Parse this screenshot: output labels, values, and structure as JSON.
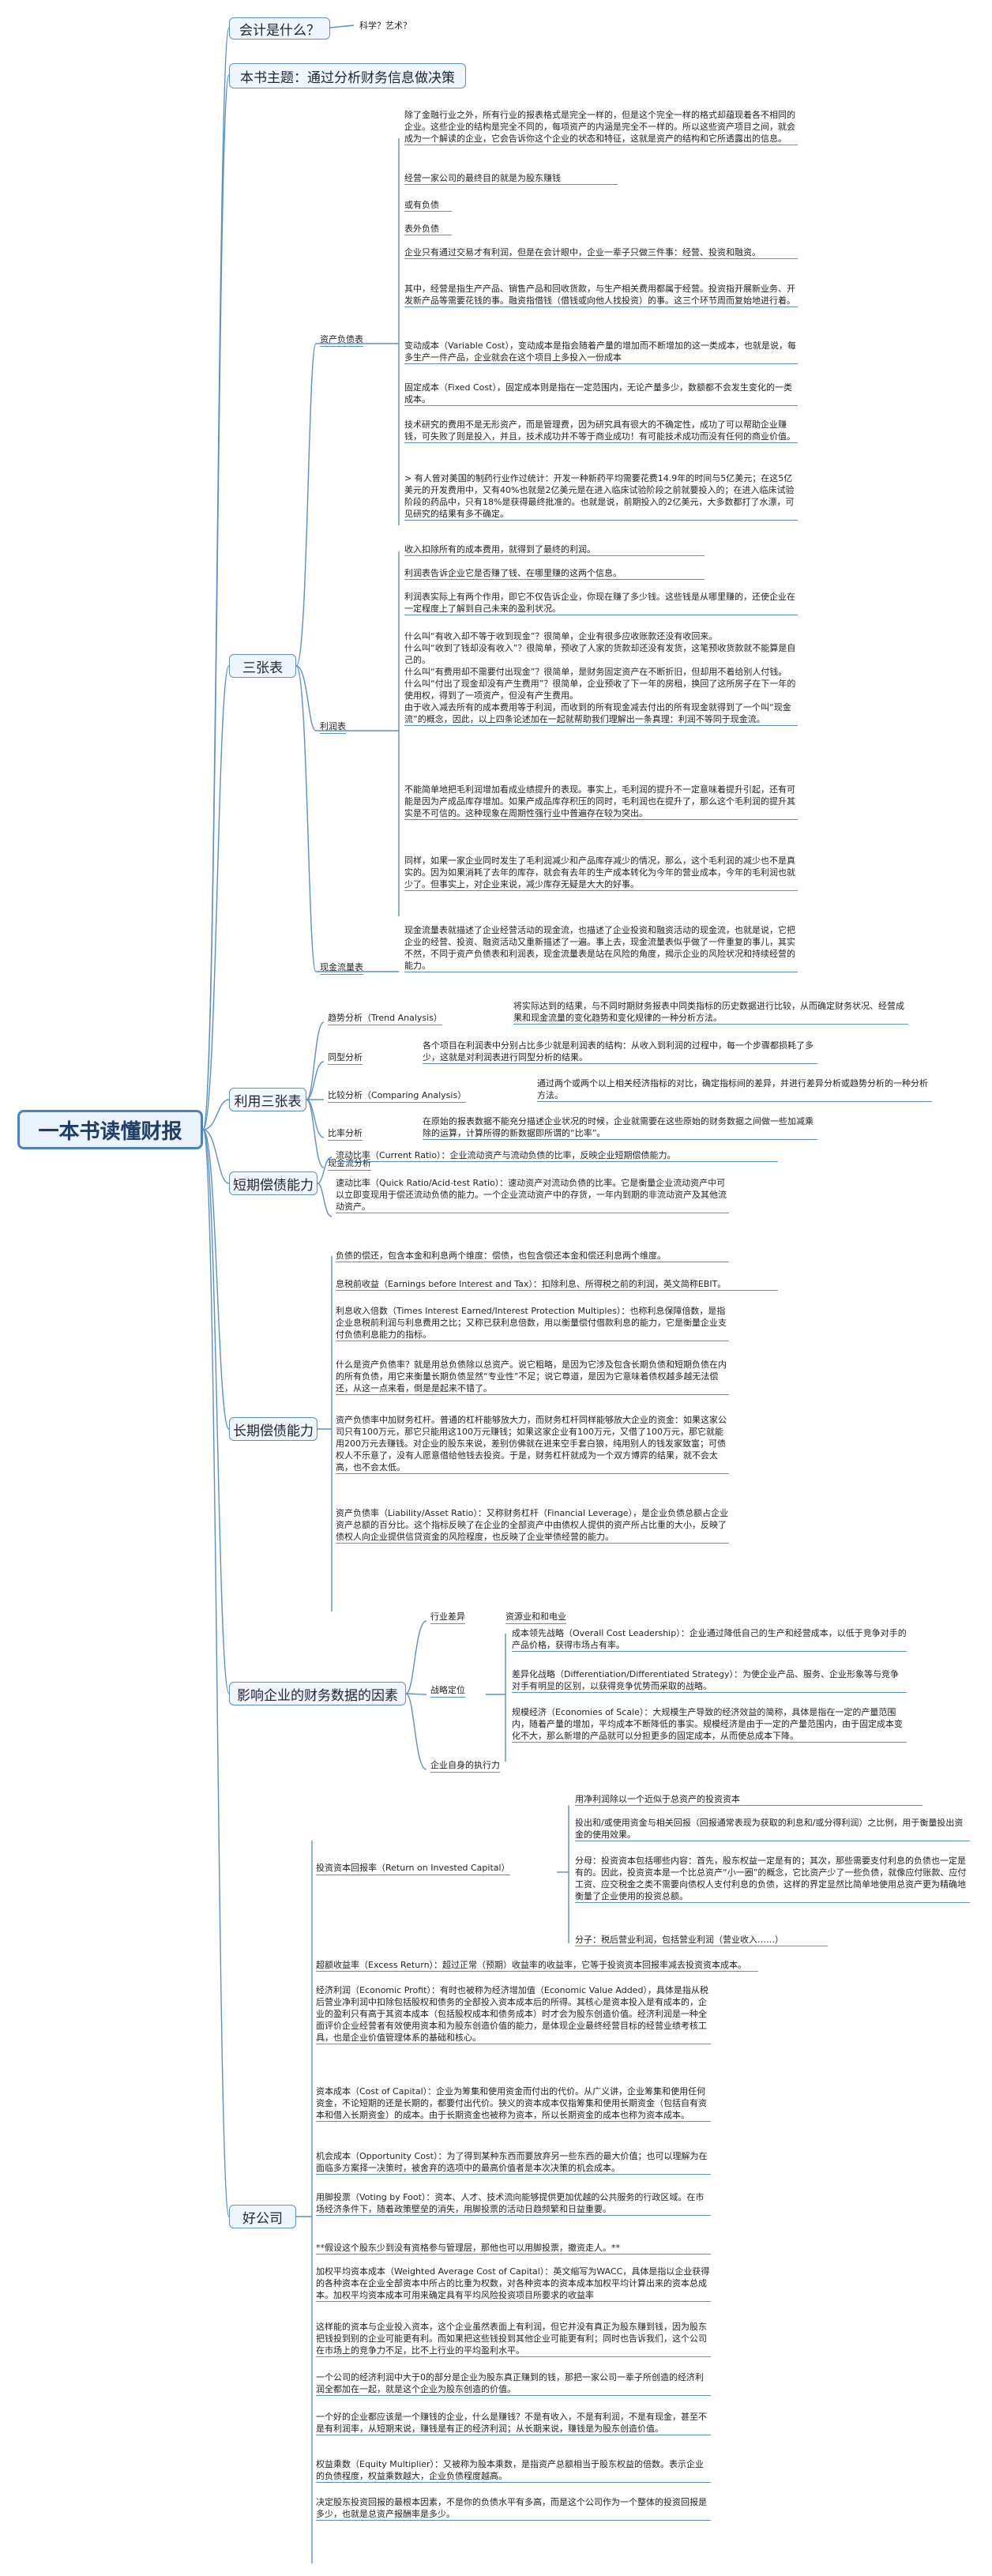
{
  "root": "一本书读懂财报",
  "b1": {
    "label": "会计是什么？",
    "child": "科学？艺术？"
  },
  "b2": {
    "label": "本书主题：通过分析财务信息做决策"
  },
  "b3": {
    "label": "三张表",
    "assets": {
      "label": "资产负债表",
      "items": [
        "除了金融行业之外，所有行业的报表格式是完全一样的，但是这个完全一样的格式却蕴现着各不相同的企业。这些企业的结构是完全不同的，每项资产的内涵是完全不一样的。所以这些资产项目之间，就会成为一个解读的企业，它会告诉你这个企业的状态和特征，这就是资产的结构和它所透露出的信息。",
        "经营一家公司的最终目的就是为股东赚钱",
        "或有负债",
        "表外负债",
        "企业只有通过交易才有利润，但是在会计眼中，企业一辈子只做三件事：经营、投资和融资。",
        "其中，经营是指生产产品、销售产品和回收货款，与生产相关费用都属于经营。投资指开展新业务、开发新产品等需要花钱的事。融资指借钱（借钱或向他人找投资）的事。这三个环节周而复始地进行着。",
        "变动成本（Variable Cost），变动成本是指会随着产量的增加而不断增加的这一类成本，也就是说，每多生产一件产品，企业就会在这个项目上多投入一份成本",
        "固定成本（Fixed Cost），固定成本则是指在一定范围内，无论产量多少，数额都不会发生变化的一类成本。",
        "技术研究的费用不是无形资产，而是管理费，因为研究具有很大的不确定性，成功了可以帮助企业赚钱，可失败了则是投入，并且，技术成功并不等于商业成功！有可能技术成功而没有任何的商业价值。",
        "> 有人曾对美国的制药行业作过统计：开发一种新药平均需要花费14.9年的时间与5亿美元；在这5亿美元的开发费用中，又有40%也就是2亿美元是在进入临床试验阶段之前就要投入的；在进入临床试验阶段的药品中，只有18%是获得最终批准的。也就是说，前期投入的2亿美元，大多数都打了水漂，可见研究的结果有多不确定。"
      ]
    },
    "income": {
      "label": "利润表",
      "items": [
        "收入扣除所有的成本费用，就得到了最终的利润。",
        "利润表告诉企业它是否赚了钱、在哪里赚的这两个信息。",
        "利润表实际上有两个作用，即它不仅告诉企业，你现在赚了多少钱。这些钱是从哪里赚的，还使企业在一定程度上了解到自己未来的盈利状况。",
        "什么叫“有收入却不等于收到现金”？很简单，企业有很多应收账款还没有收回来。\n什么叫“收到了钱却没有收入”？很简单，预收了人家的货款却还没有发货，这笔预收货款就不能算是自己的。\n什么叫“有费用却不需要付出现金”？很简单，是财务固定资产在不断折旧，但却用不着给别人付钱。\n什么叫“付出了现金却没有产生费用”？很简单，企业预收了下一年的房租，换回了这所房子在下一年的使用权，得到了一项资产，但没有产生费用。\n由于收入减去所有的成本费用等于利润，而收到的所有现金减去付出的所有现金就得到了一个叫“现金流”的概念，因此，以上四条论述加在一起就帮助我们理解出一条真理：利润不等同于现金流。",
        "不能简单地把毛利润增加看成业绩提升的表现。事实上，毛利润的提升不一定意味着提升引起，还有可能是因为产成品库存增加。如果产成品库存积压的同时，毛利润也在提升了，那么这个毛利润的提升其实是不可信的。这种现象在周期性强行业中普遍存在较为突出。",
        "同样，如果一家企业同时发生了毛利润减少和产品库存减少的情况，那么，这个毛利润的减少也不是真实的。因为如果消耗了去年的库存，就会有去年的生产成本转化为今年的营业成本，今年的毛利润也就少了。但事实上，对企业来说，减少库存无疑是大大的好事。"
      ]
    },
    "cashflow": {
      "label": "现金流量表",
      "items": [
        "现金流量表就描述了企业经营活动的现金流，也描述了企业投资和融资活动的现金流，也就是说，它把企业的经营、投资、融资活动又重新描述了一遍。事上去，现金流量表似乎做了一件重复的事儿，其实不然，不同于资产负债表和利润表，现金流量表是站在风险的角度，揭示企业的风险状况和持续经营的能力。"
      ]
    }
  },
  "b4": {
    "label": "利用三张表",
    "items": [
      {
        "label": "趋势分析（Trend Analysis）",
        "text": "将实际达到的结果，与不同时期财务报表中同类指标的历史数据进行比较，从而确定财务状况、经营成果和现金流量的变化趋势和变化规律的一种分析方法。"
      },
      {
        "label": "同型分析",
        "text": "各个项目在利润表中分别占比多少就是利润表的结构：从收入到利润的过程中，每一个步骤都损耗了多少，这就是对利润表进行同型分析的结果。"
      },
      {
        "label": "比较分析（Comparing Analysis）",
        "text": "通过两个或两个以上相关经济指标的对比，确定指标间的差异，并进行差异分析或趋势分析的一种分析方法。"
      },
      {
        "label": "比率分析",
        "text": "在原始的报表数据不能充分描述企业状况的时候，企业就需要在这些原始的财务数据之间做一些加减乘除的运算，计算所得的新数据即所谓的“比率”。"
      },
      {
        "label": "现金流分析",
        "text": ""
      }
    ]
  },
  "b5": {
    "label": "短期偿债能力",
    "items": [
      "流动比率（Current Ratio）：企业流动资产与流动负债的比率，反映企业短期偿债能力。",
      "速动比率（Quick Ratio/Acid-test Ratio）：速动资产对流动负债的比率。它是衡量企业流动资产中可以立即变现用于偿还流动负债的能力。一个企业流动资产中的存货，一年内到期的非流动资产及其他流动资产。"
    ]
  },
  "b6": {
    "label": "长期偿债能力",
    "items": [
      "负债的偿还，包含本金和利息两个维度：偿债，也包含偿还本金和偿还利息两个维度。",
      "息税前收益（Earnings before Interest and Tax）：扣除利息、所得税之前的利润，英文简称EBIT。",
      "利息收入倍数（Times Interest Earned/Interest Protection Multiples）：也称利息保障倍数，是指企业息税前利润与利息费用之比；又称已获利息倍数，用以衡量偿付借款利息的能力，它是衡量企业支付负债利息能力的指标。",
      "什么是资产负债率？就是用总负债除以总资产。说它粗略，是因为它涉及包含长期负债和短期负债在内的所有负债，用它来衡量长期负债显然“专业性”不足；说它尊道，是因为它意味着债权越多越无法偿还，从这一点来看，倒是是起来不错了。",
      "资产负债率中加财务杠杆。普通的杠杆能够放大力，而财务杠杆同样能够放大企业的资金：如果这家公司只有100万元，那它只能用这100万元赚钱；如果这家企业有100万元，又借了100万元，那它就能用200万元去赚钱。对企业的股东来说，差别仿佛就在进来空手套白狼，纯用别人的钱发家致富；可债权人不乐意了，没有人愿意借给他钱去投资。于是，财务杠杆就成为一个双方博弈的结果，就不会太高，也不会太低。",
      "资产负债率（Liability/Asset Ratio）：又称财务杠杆（Financial Leverage），是企业负债总额占企业资产总额的百分比。这个指标反映了在企业的全部资产中由债权人提供的资产所占比重的大小，反映了债权人向企业提供信贷资金的风险程度，也反映了企业举债经营的能力。"
    ]
  },
  "b7": {
    "label": "影响企业的财务数据的因素",
    "industry": {
      "label": "行业差异",
      "child": "资源业和和电业"
    },
    "strategy": {
      "label": "战略定位",
      "items": [
        "成本领先战略（Overall Cost Leadership）：企业通过降低自己的生产和经营成本，以低于竞争对手的产品价格，获得市场占有率。",
        "差异化战略（Differentiation/Differentiated Strategy）：为使企业产品、服务、企业形象等与竞争对手有明显的区别，以获得竞争优势而采取的战略。",
        "规模经济（Economies of Scale）：大规模生产导致的经济效益的简称，具体是指在一定的产量范围内，随着产量的增加，平均成本不断降低的事实。规模经济是由于一定的产量范围内，由于固定成本变化不大，那么新增的产品就可以分担更多的固定成本，从而使总成本下降。"
      ]
    },
    "execution": {
      "label": "企业自身的执行力"
    }
  },
  "b8": {
    "label": "好公司",
    "roic": {
      "label": "投资资本回报率（Return on Invested Capital）",
      "items": [
        "用净利润除以一个近似于总资产的投资资本",
        "投出和/或使用资金与相关回报（回报通常表现为获取的利息和/或分得利润）之比例，用于衡量投出资金的使用效果。",
        "分母：投资资本包括哪些内容：首先，股东权益一定是有的；其次，那些需要支付利息的负债也一定是有的。因此，投资资本是一个比总资产“小一圈”的概念，它比资产少了一些负债，就像应付账款、应付工资、应交税金之类不需要向债权人支付利息的负债，这样的界定显然比简单地使用总资产更为精确地衡量了企业使用的投资总额。",
        "分子：税后营业利润，包括营业利润（营业收入……）"
      ]
    },
    "items": [
      "超额收益率（Excess Return）：超过正常（预期）收益率的收益率，它等于投资资本回报率减去投资资本成本。",
      "经济利润（Economic Profit）：有时也被称为经济增加值（Economic Value Added），具体是指从税后营业净利润中扣除包括股权和债务的全部投入资本成本后的所得。其核心是资本投入是有成本的，企业的盈利只有高于其资本成本（包括股权成本和债务成本）时才会为股东创造价值。经济利润是一种全面评价企业经营者有效使用资本和为股东创造价值的能力，是体现企业最终经营目标的经营业绩考核工具，也是企业价值管理体系的基础和核心。",
      "资本成本（Cost of Capital）：企业为筹集和使用资金而付出的代价。从广义讲，企业筹集和使用任何资金，不论短期的还是长期的，都要付出代价。狭义的资本成本仅指筹集和使用长期资金（包括自有资本和借入长期资金）的成本。由于长期资金也被称为资本，所以长期资金的成本也称为资本成本。",
      "机会成本（Opportunity Cost）：为了得到某种东西而要放弃另一些东西的最大价值；也可以理解为在面临多方案择一决策时，被舍弃的选项中的最高价值者是本次决策的机会成本。",
      "用脚投票（Voting by Foot）：资本、人才、技术流向能够提供更加优越的公共服务的行政区域。在市场经济条件下，随着政策壁垒的消失，用脚投票的活动日趋频繁和日益重要。",
      "**假设这个股东少到没有资格参与管理层，那他也可以用脚投票，撤资走人。**",
      "加权平均资本成本（Weighted Average Cost of Capital）：英文缩写为WACC，具体是指以企业获得的各种资本在企业全部资本中所占的比重为权数，对各种资本的资本成本加权平均计算出来的资本总成本。加权平均资本成本可用来确定具有平均风险投资项目所要求的收益率",
      "这样能的资本与企业投入资本，这个企业虽然表面上有利润，但它并没有真正为股东赚到钱，因为股东把钱投到别的企业可能更有利。而如果把这些钱投到其他企业可能更有利；同时也告诉我们，这个公司在市场上的竞争力不足，比不上行业的平均盈利水平。",
      "一个公司的经济利润中大于0的部分是企业为股东真正赚到的钱，那把一家公司一辈子所创造的经济利润全都加在一起，就是这个企业为股东创造的价值。",
      "一个好的企业都应该是一个赚钱的企业，什么是赚钱？不是有收入，不是有利润，不是有现金，甚至不是有利润率，从短期来说，赚钱是有正的经济利润；从长期来说，赚钱是为股东创造价值。",
      "权益乘数（Equity Multiplier）：又被称为股本乘数，是指资产总额相当于股东权益的倍数。表示企业的负债程度，权益乘数越大，企业负债程度越高。",
      "决定股东投资回报的最根本因素，不是你的负债水平有多高，而是这个公司作为一个整体的投资回报是多少，也就是总资产报酬率是多少。"
    ]
  }
}
